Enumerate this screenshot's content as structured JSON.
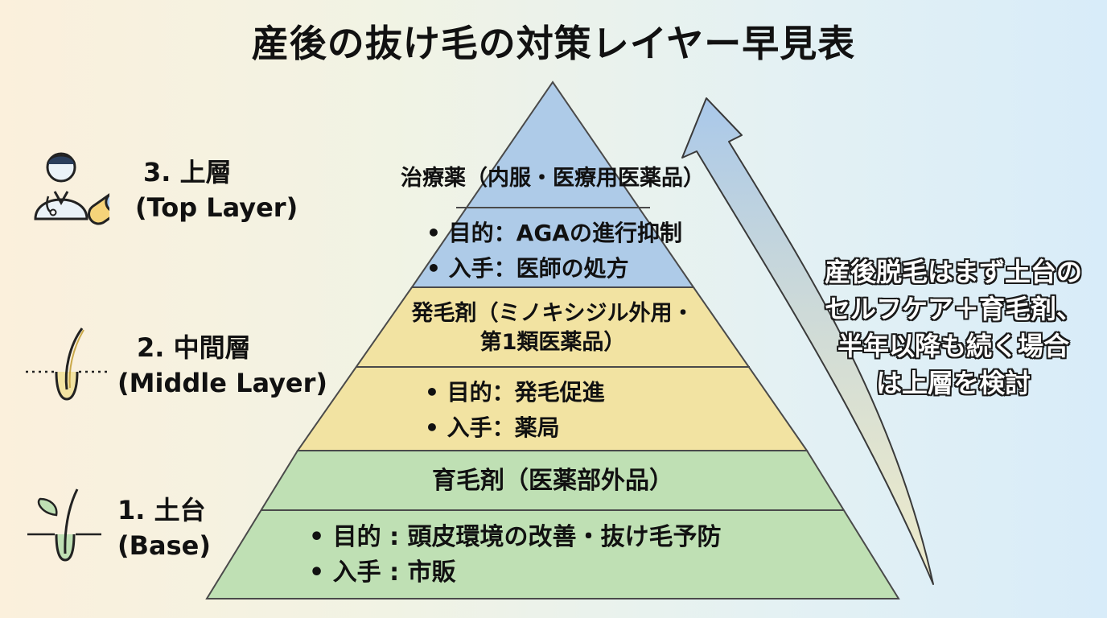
{
  "title": "産後の抜け毛の対策レイヤー早見表",
  "layers": [
    {
      "label_num": "3. 上層",
      "label_en": "(Top Layer)",
      "icon": "doctor-with-pill-icon",
      "tier_title": "治療薬（内服・医療用医薬品）",
      "bullets": [
        "目的：AGAの進行抑制",
        "入手：医師の処方"
      ],
      "color": "#aecbe8"
    },
    {
      "label_num": "2. 中間層",
      "label_en": "(Middle Layer)",
      "icon": "hair-follicle-icon",
      "tier_title_lines": [
        "発毛剤（ミノキシジル外用・",
        "第1類医薬品）"
      ],
      "bullets": [
        "目的：発毛促進",
        "入手：薬局"
      ],
      "color": "#f2e3a2"
    },
    {
      "label_num": "1. 土台",
      "label_en": "(Base)",
      "icon": "sprout-follicle-icon",
      "tier_title": "育毛剤（医薬部外品）",
      "bullets": [
        "目的 : 頭皮環境の改善・抜け毛予防",
        "入手 : 市販"
      ],
      "color": "#bfe0b4"
    }
  ],
  "side_note_lines": [
    "産後脱毛はまず土台の",
    "セルフケア＋育毛剤、",
    "半年以降も続く場合",
    "は上層を検討"
  ],
  "arrow_icon": "upward-curved-arrow-icon"
}
